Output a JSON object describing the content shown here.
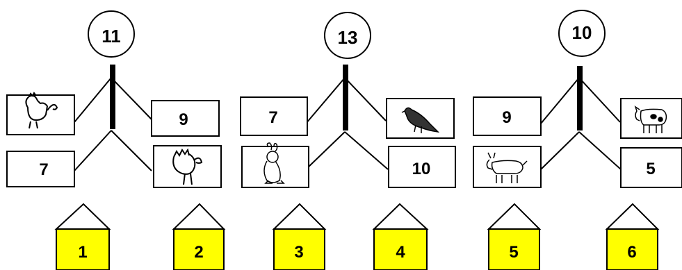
{
  "groups": [
    {
      "total": "11",
      "upper_left": {
        "kind": "image",
        "icon": "rooster-icon"
      },
      "upper_right": {
        "kind": "number",
        "value": "9"
      },
      "lower_left": {
        "kind": "number",
        "value": "7"
      },
      "lower_right": {
        "kind": "image",
        "icon": "turkey-icon"
      },
      "houses": [
        "1",
        "2"
      ]
    },
    {
      "total": "13",
      "upper_left": {
        "kind": "number",
        "value": "7"
      },
      "upper_right": {
        "kind": "image",
        "icon": "bird-icon"
      },
      "lower_left": {
        "kind": "image",
        "icon": "rabbit-icon"
      },
      "lower_right": {
        "kind": "number",
        "value": "10"
      },
      "houses": [
        "3",
        "4"
      ]
    },
    {
      "total": "10",
      "upper_left": {
        "kind": "number",
        "value": "9"
      },
      "upper_right": {
        "kind": "image",
        "icon": "cow-icon"
      },
      "lower_left": {
        "kind": "image",
        "icon": "goat-icon"
      },
      "lower_right": {
        "kind": "number",
        "value": "5"
      },
      "houses": [
        "5",
        "6"
      ]
    }
  ],
  "colors": {
    "house_fill": "#ffff00",
    "stroke": "#000000",
    "background": "#ffffff"
  }
}
